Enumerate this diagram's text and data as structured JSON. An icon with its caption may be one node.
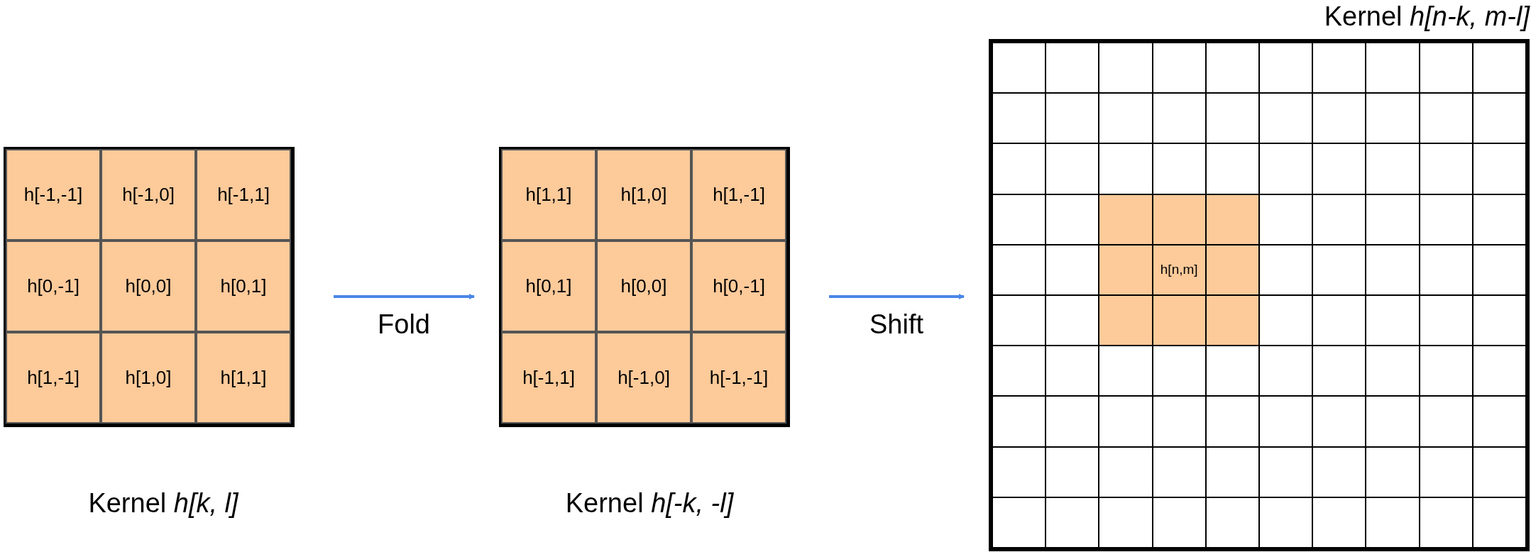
{
  "diagram": {
    "nodes": [
      {
        "text": [
          "Kernel *h[k, l]*"
        ]
      },
      {
        "text": [
          "Kernel *h[-k, -l]*"
        ]
      },
      {
        "text": [
          "Kernel *h[n-k, m-l]*"
        ]
      }
    ],
    "edges": [
      {
        "from": 0,
        "to": 1,
        "arrow": "to",
        "label": "Fold"
      },
      {
        "from": 1,
        "to": 2,
        "arrow": "to",
        "label": "Shift"
      }
    ],
    "labels": [
      "h[-1,-1]",
      "h[-1,0]",
      "h[-1,1]",
      "h[0,-1]",
      "h[0,0]",
      "h[0,1]",
      "h[1,-1]",
      "h[1,0]",
      "h[1,1]",
      "h[1,1]",
      "h[1,0]",
      "h[1,-1]",
      "h[0,1]",
      "h[0,0]",
      "h[0,-1]",
      "h[-1,1]",
      "h[-1,0]",
      "h[-1,-1]",
      "h[n,m]"
    ]
  }
}
